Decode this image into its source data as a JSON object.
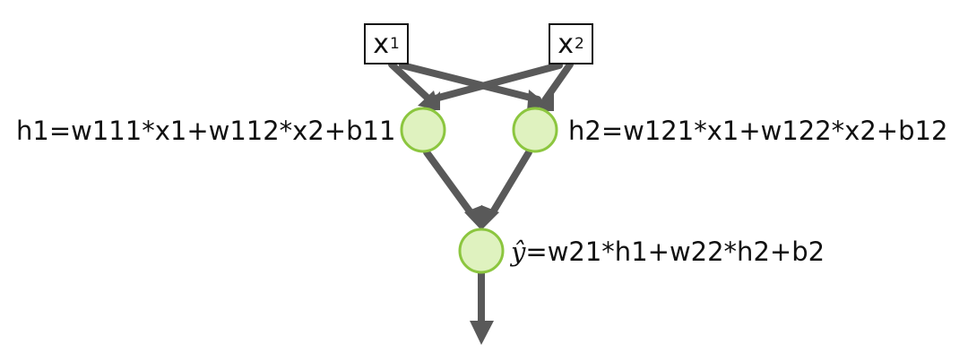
{
  "diagram": {
    "inputs": [
      {
        "id": "x1",
        "base": "x",
        "sub": "1"
      },
      {
        "id": "x2",
        "base": "x",
        "sub": "2"
      }
    ],
    "hidden": [
      {
        "id": "h1",
        "label": "h1=w111*x1+w112*x2+b11"
      },
      {
        "id": "h2",
        "label": "h2=w121*x1+w122*x2+b12"
      }
    ],
    "output": {
      "id": "yhat",
      "symbol": "ŷ",
      "label_rest": "=w21*h1+w22*h2+b2"
    },
    "colors": {
      "node_fill": "#dff2bf",
      "node_stroke": "#8cc63f",
      "edge": "#595959",
      "text": "#111111"
    }
  }
}
